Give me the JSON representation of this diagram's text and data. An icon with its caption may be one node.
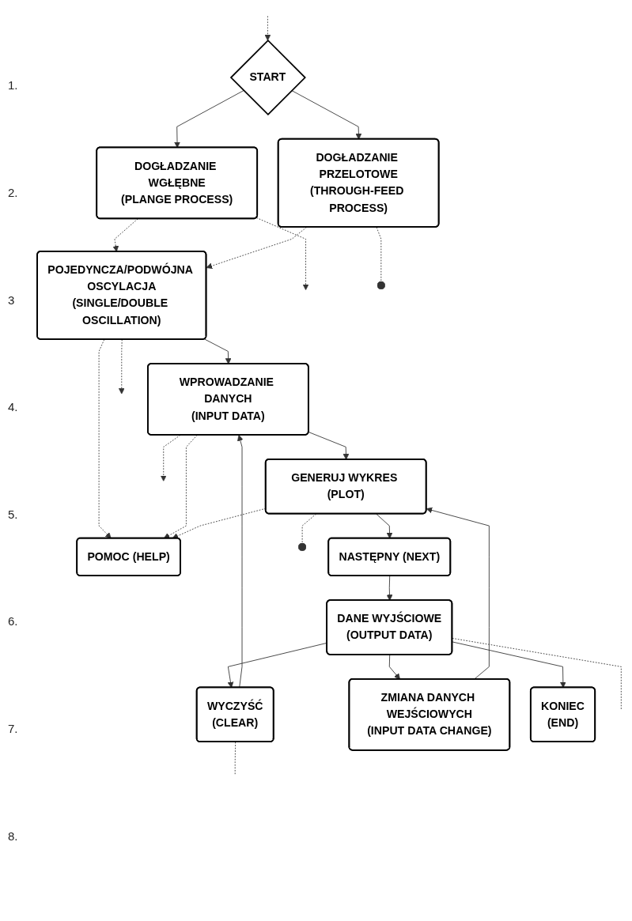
{
  "diagram": {
    "nodes": [
      {
        "text": [
          "START"
        ]
      },
      {
        "text": [
          "DOGŁADZANIE WGŁĘBNE",
          "(PLANGE PROCESS)"
        ]
      },
      {
        "text": [
          "DOGŁADZANIE PRZELOTOWE",
          "(THROUGH-FEED PROCESS)"
        ]
      },
      {
        "text": [
          "POJEDYNCZA/PODWÓJNA OSCYLACJA",
          "(SINGLE/DOUBLE OSCILLATION)"
        ]
      },
      {
        "text": [
          "POMOC (HELP)"
        ]
      },
      {
        "text": [
          "WPROWADZANIE DANYCH",
          "(INPUT DATA)"
        ]
      },
      {
        "text": [
          "GENERUJ WYKRES (PLOT)"
        ]
      },
      {
        "text": [
          "NASTĘPNY (NEXT)"
        ]
      },
      {
        "text": [
          "WYCZYŚĆ",
          "(CLEAR)"
        ]
      },
      {
        "text": [
          "DANE WYJŚCIOWE",
          "(OUTPUT DATA)"
        ]
      },
      {
        "text": [
          "ZMIANA DANYCH WEJŚCIOWYCH",
          "(INPUT DATA CHANGE)"
        ]
      },
      {
        "text": [
          "KONIEC",
          "(END)"
        ]
      }
    ],
    "edges": [
      {
        "from": null,
        "to": 0,
        "arrow": "to",
        "style": "dashed"
      },
      {
        "from": 0,
        "to": 1,
        "arrow": "to"
      },
      {
        "from": 0,
        "to": 2,
        "arrow": "to"
      },
      {
        "from": 1,
        "to": null,
        "arrow": "to",
        "style": "dashed"
      },
      {
        "from": 2,
        "to": null,
        "arrow": "other",
        "style": "dashed"
      },
      {
        "from": 1,
        "to": 3,
        "arrow": "to",
        "style": "dashed"
      },
      {
        "from": 2,
        "to": 3,
        "arrow": "to",
        "style": "dashed"
      },
      {
        "from": 3,
        "to": null,
        "arrow": "to",
        "style": "dashed"
      },
      {
        "from": 3,
        "to": 5,
        "arrow": "to"
      },
      {
        "from": 3,
        "to": 4,
        "arrow": "to",
        "style": "dashed"
      },
      {
        "from": 5,
        "to": 4,
        "arrow": "to",
        "style": "dashed"
      },
      {
        "from": 6,
        "to": 4,
        "arrow": "to",
        "style": "dashed"
      },
      {
        "from": 5,
        "to": null,
        "arrow": "to",
        "style": "dashed"
      },
      {
        "from": 5,
        "to": 6,
        "arrow": "to"
      },
      {
        "from": 6,
        "to": null,
        "arrow": "other",
        "style": "dashed"
      },
      {
        "from": 6,
        "to": 7,
        "arrow": "to"
      },
      {
        "from": 7,
        "to": 9,
        "arrow": "to"
      },
      {
        "from": 9,
        "to": 8,
        "arrow": "to"
      },
      {
        "from": 8,
        "to": 5,
        "arrow": "to"
      },
      {
        "from": 8,
        "to": null,
        "arrow": "none",
        "style": "dashed"
      },
      {
        "from": 9,
        "to": null,
        "arrow": "none",
        "style": "dashed"
      },
      {
        "from": 9,
        "to": 10,
        "arrow": "to"
      },
      {
        "from": 9,
        "to": 11,
        "arrow": "to"
      },
      {
        "from": 10,
        "to": 6,
        "arrow": "to"
      }
    ],
    "labels": [
      "1.",
      "2.",
      "3",
      "4.",
      "5.",
      "6.",
      "7.",
      "8."
    ]
  }
}
